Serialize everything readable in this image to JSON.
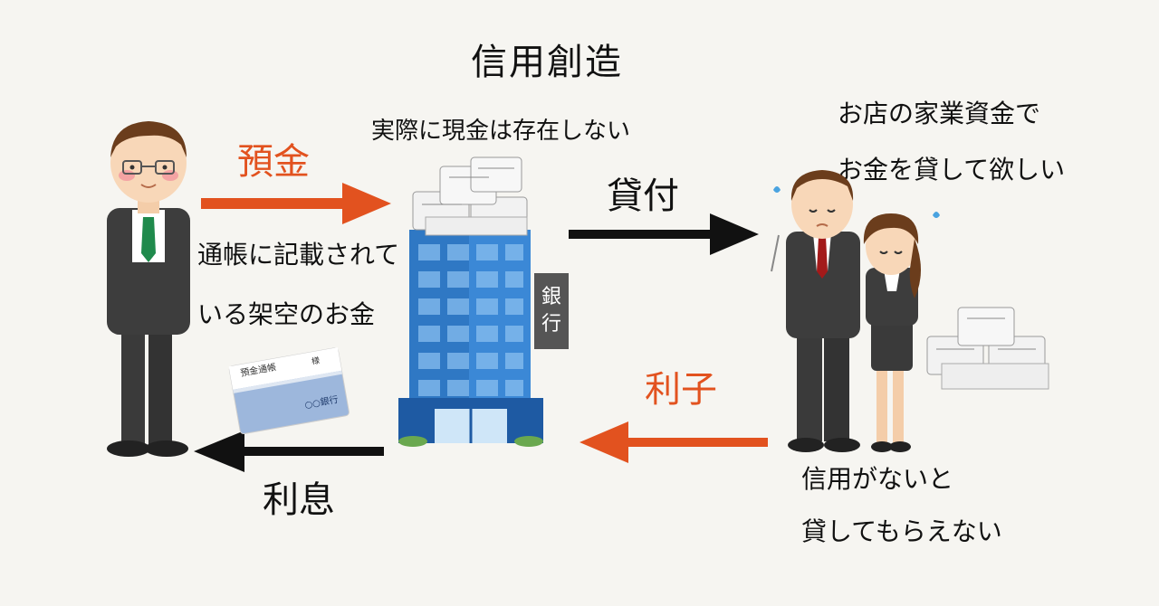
{
  "title": "信用創造",
  "top_note": "実際に現金は存在しない",
  "arrows": {
    "deposit": "預金",
    "loan": "貸付",
    "interest_in": "利子",
    "interest_out": "利息"
  },
  "left_note": [
    "通帳に記載されて",
    "いる架空のお金"
  ],
  "right_top_note": [
    "お店の家業資金で",
    "お金を貸して欲しい"
  ],
  "right_bottom_note": [
    "信用がないと",
    "貸してもらえない"
  ],
  "bank_sign": [
    "銀",
    "行"
  ],
  "passbook": {
    "label": "預金通帳",
    "small": "様",
    "bank": "○○銀行"
  },
  "colors": {
    "orange": "#e2521f",
    "black": "#111111",
    "building_blue": "#2f7fd0",
    "suit": "#3a3a3a",
    "background": "#f6f5f1"
  }
}
